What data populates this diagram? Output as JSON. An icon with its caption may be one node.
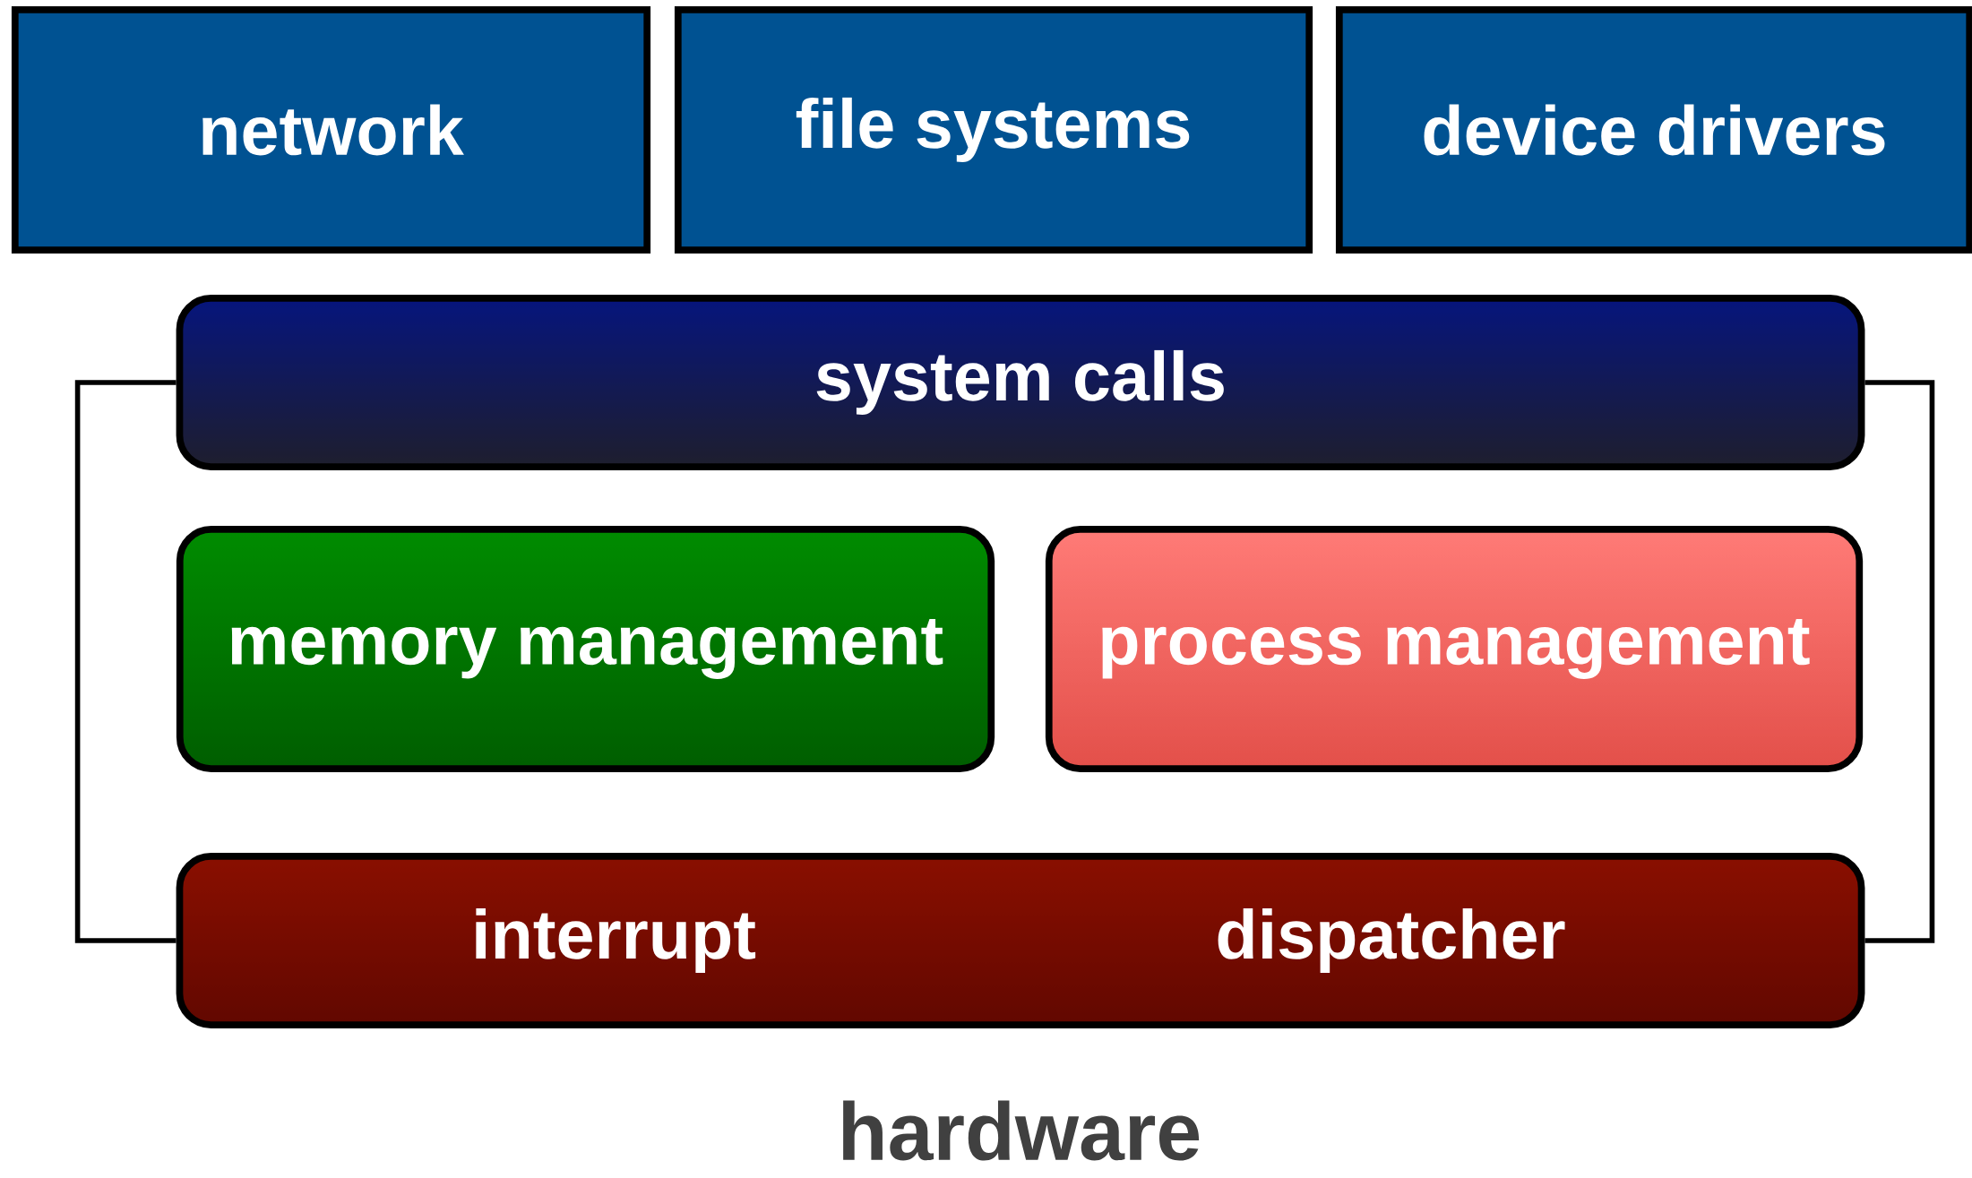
{
  "diagram": {
    "nodes": [
      {
        "text": [
          "network"
        ]
      },
      {
        "text": [
          "file systems"
        ]
      },
      {
        "text": [
          "device drivers"
        ]
      },
      {
        "text": [
          "system calls"
        ]
      },
      {
        "text": [
          "memory management"
        ]
      },
      {
        "text": [
          "process management"
        ]
      },
      {
        "text": [
          "interrupt",
          "dispatcher"
        ]
      }
    ],
    "edges": [
      {
        "from": 3,
        "to": 6,
        "arrow": "none"
      },
      {
        "from": 3,
        "to": 6,
        "arrow": "none"
      }
    ],
    "labels": [
      "hardware"
    ]
  }
}
